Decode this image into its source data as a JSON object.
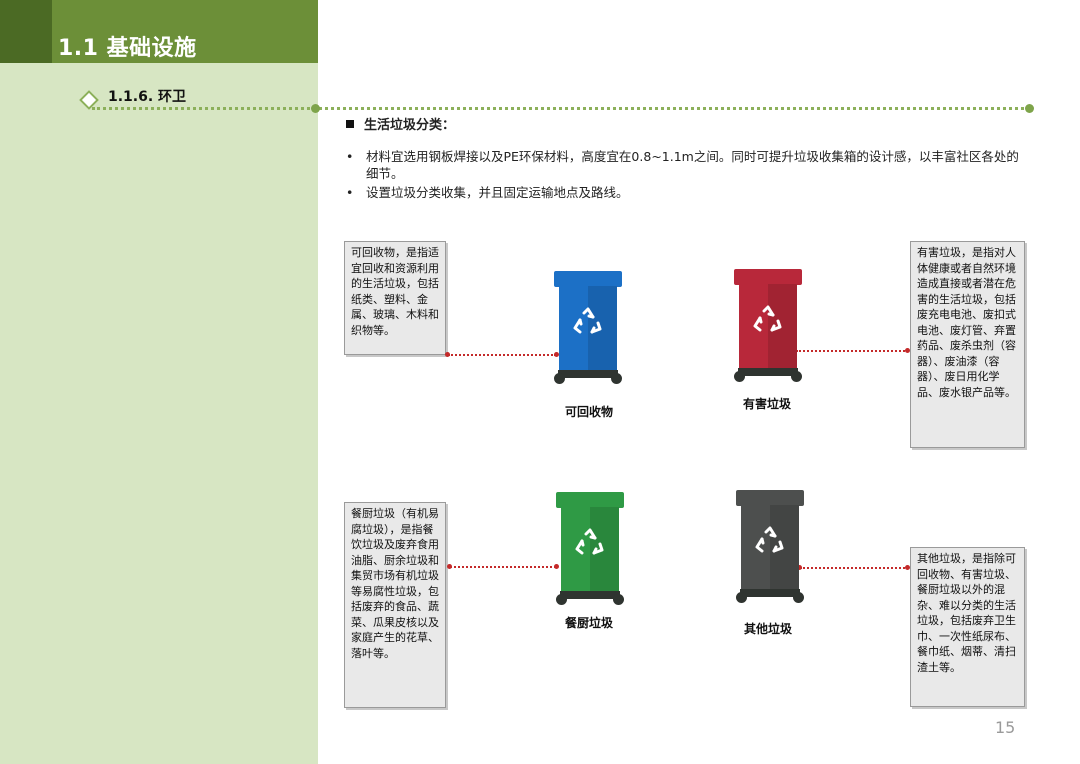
{
  "header": {
    "title": "1.1 基础设施"
  },
  "subheading": {
    "title": "1.1.6. 环卫"
  },
  "section": {
    "title": "生活垃圾分类：",
    "bullets": [
      "材料宜选用钢板焊接以及PE环保材料，高度宜在0.8~1.1m之间。同时可提升垃圾收集箱的设计感，以丰富社区各处的细节。",
      "设置垃圾分类收集，并且固定运输地点及路线。"
    ]
  },
  "bins": {
    "recyclable": {
      "label": "可回收物",
      "color": "#1c70c6",
      "icon": "recycle-icon",
      "desc": "可回收物，是指适宜回收和资源利用的生活垃圾，包括纸类、塑料、金属、玻璃、木料和织物等。"
    },
    "hazardous": {
      "label": "有害垃圾",
      "color": "#b8283a",
      "icon": "recycle-icon",
      "desc": "有害垃圾，是指对人体健康或者自然环境造成直接或者潜在危害的生活垃圾，包括废充电电池、废扣式电池、废灯管、弃置药品、废杀虫剂（容器）、废油漆（容器）、废日用化学品、废水银产品等。"
    },
    "kitchen": {
      "label": "餐厨垃圾",
      "color": "#2f9a45",
      "icon": "recycle-icon",
      "desc": "餐厨垃圾（有机易腐垃圾），是指餐饮垃圾及废弃食用油脂、厨余垃圾和集贸市场有机垃圾等易腐性垃圾，包括废弃的食品、蔬菜、瓜果皮核以及家庭产生的花草、落叶等。"
    },
    "other": {
      "label": "其他垃圾",
      "color": "#4d4f4e",
      "icon": "recycle-icon",
      "desc": "其他垃圾，是指除可回收物、有害垃圾、餐厨垃圾以外的混杂、难以分类的生活垃圾，包括废弃卫生巾、一次性纸尿布、餐巾纸、烟蒂、清扫渣土等。"
    }
  },
  "page": {
    "number": "15"
  },
  "colors": {
    "header": "#6c8f38",
    "panel": "#d7e6c3",
    "connector": "#c42a2a"
  }
}
